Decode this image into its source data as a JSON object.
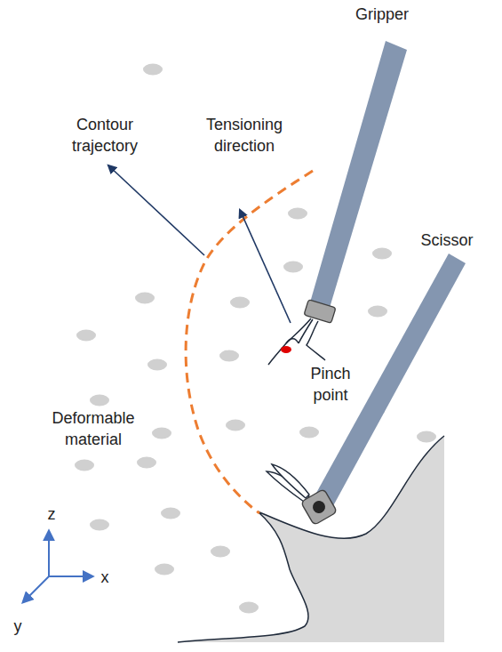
{
  "diagram": {
    "labels": [
      "Gripper",
      "Scissor",
      "Contour trajectory",
      "Tensioning direction",
      "Pinch point",
      "Deformable material",
      "z",
      "x",
      "y"
    ]
  }
}
